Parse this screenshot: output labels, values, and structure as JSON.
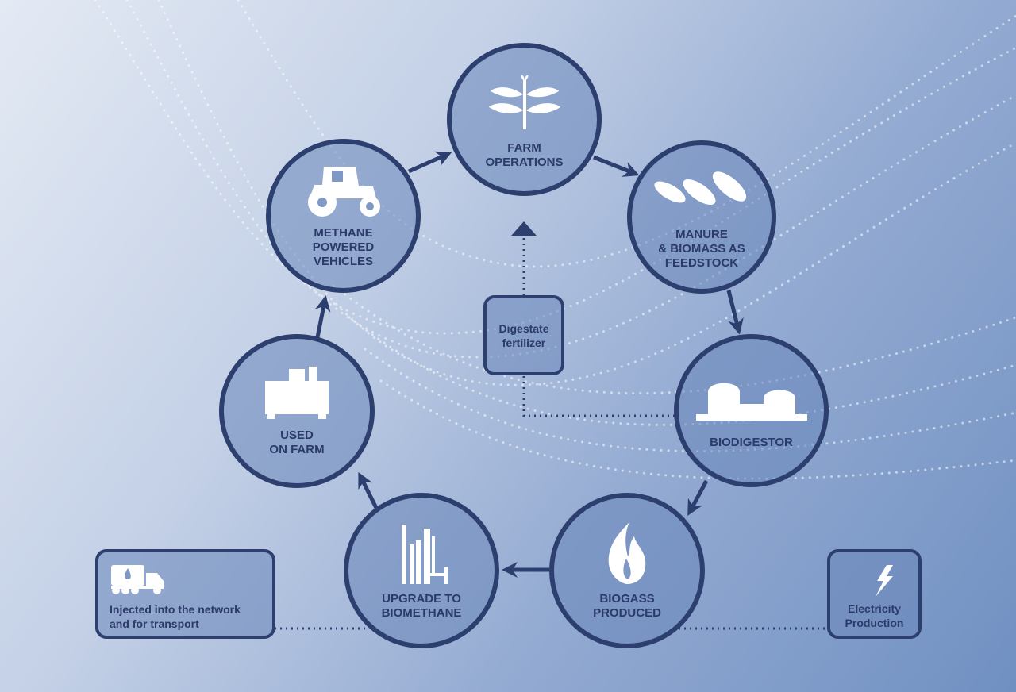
{
  "title": "Biogas circular farm cycle",
  "nodes": {
    "farm_operations": {
      "label": "FARM\nOPERATIONS",
      "icon": "plant-icon"
    },
    "manure_biomass": {
      "label": "MANURE\n& BIOMASS AS\nFEEDSTOCK",
      "icon": "corn-icon"
    },
    "biodigestor": {
      "label": "BIODIGESTOR",
      "icon": "biodigester-tanks-icon"
    },
    "biogas_produced": {
      "label": "BIOGASS\nPRODUCED",
      "icon": "flame-icon"
    },
    "upgrade_biomethane": {
      "label": "UPGRADE TO\nBIOMETHANE",
      "icon": "refinery-icon"
    },
    "used_on_farm": {
      "label": "USED\nON FARM",
      "icon": "generator-icon"
    },
    "methane_vehicles": {
      "label": "METHANE\nPOWERED\nVEHICLES",
      "icon": "tractor-icon"
    }
  },
  "side_boxes": {
    "digestate": {
      "label": "Digestate\nfertilizer"
    },
    "injected": {
      "label": "Injected into the network\nand for transport",
      "icon": "tanker-truck-icon"
    },
    "electricity": {
      "label": "Electricity\nProduction",
      "icon": "lightning-icon"
    }
  },
  "colors": {
    "stroke": "#2c3f6e",
    "text": "#2b3a68"
  }
}
